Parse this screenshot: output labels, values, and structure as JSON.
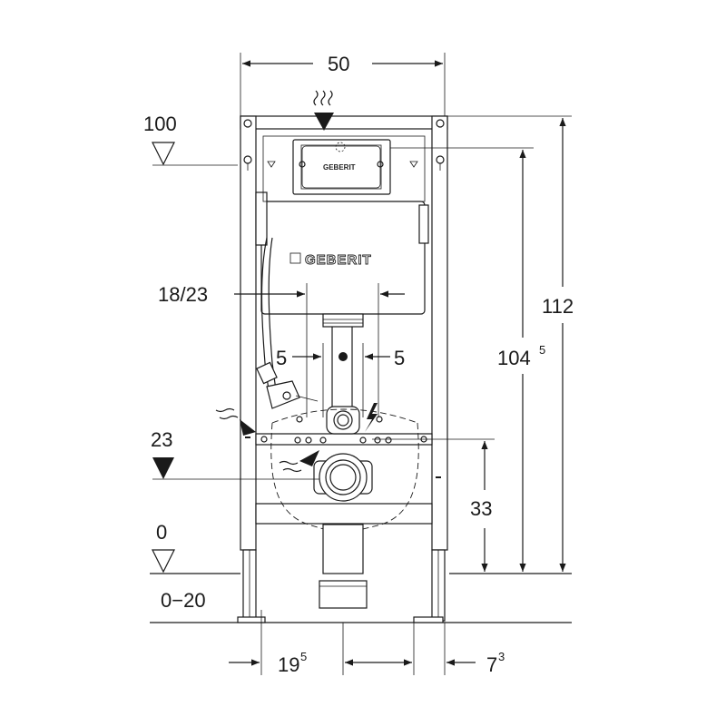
{
  "brand": {
    "name": "GEBERIT",
    "logo_label": "GEBERIT"
  },
  "dimensions": {
    "frame_width": "50",
    "height_total": "112",
    "height_plate": "104",
    "height_plate_sup": "5",
    "level_top": "100",
    "level_pipe": "23",
    "level_floor": "0",
    "floor_range": "0−20",
    "drain_spacing": "18/23",
    "offset_left": "5",
    "offset_right": "5",
    "outlet_height": "33",
    "bottom_left": "19",
    "bottom_left_sup": "5",
    "bottom_right": "7",
    "bottom_right_sup": "3"
  },
  "icons": {
    "water_supply": "water-supply-wave-arrow-icon",
    "electrical_left": "lightning-icon",
    "electrical_center": "lightning-icon",
    "drain_flow": "drain-wave-arrow-icon"
  },
  "colors": {
    "line": "#1a1a1a",
    "background": "#ffffff"
  }
}
